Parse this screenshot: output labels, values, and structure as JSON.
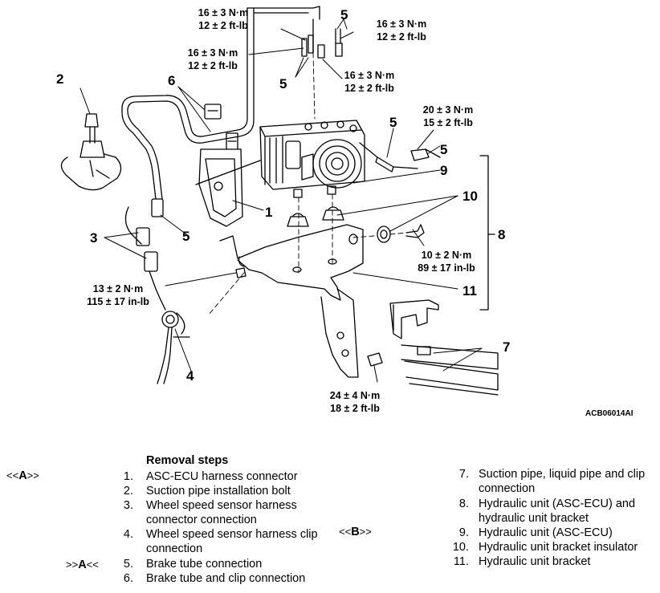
{
  "diagram": {
    "callouts": {
      "c1": "1",
      "c2": "2",
      "c3": "3",
      "c4": "4",
      "c5a": "5",
      "c5b": "5",
      "c5c": "5",
      "c5d": "5",
      "c5e": "5",
      "c6": "6",
      "c7": "7",
      "c8": "8",
      "c9": "9",
      "c10": "10",
      "c11": "11"
    },
    "torques": {
      "t1a": "16 ± 3 N·m",
      "t1b": "12 ± 2 ft-lb",
      "t2a": "16 ± 3 N·m",
      "t2b": "12 ± 2 ft-lb",
      "t3a": "16 ± 3 N·m",
      "t3b": "12 ± 2 ft-lb",
      "t4a": "16 ± 3 N·m",
      "t4b": "12 ± 2 ft-lb",
      "t5a": "20 ± 3 N·m",
      "t5b": "15 ± 2 ft-lb",
      "t6a": "10 ± 2 N·m",
      "t6b": "89 ± 17 in-lb",
      "t7a": "13 ± 2 N·m",
      "t7b": "115 ± 17 in-lb",
      "t8a": "24 ± 4 N·m",
      "t8b": "18 ± 2 ft-lb"
    },
    "figure_code": "ACB06014AI"
  },
  "removal": {
    "title": "Removal steps",
    "markers": {
      "m1_pre": "<<",
      "m1_letter": "A",
      "m1_post": ">>",
      "m2_pre": ">>",
      "m2_letter": "A",
      "m2_post": "<<",
      "m3_pre": "<<",
      "m3_letter": "B",
      "m3_post": ">>"
    },
    "steps": [
      {
        "num": "1.",
        "text": "ASC-ECU harness connector"
      },
      {
        "num": "2.",
        "text": "Suction pipe installation bolt"
      },
      {
        "num": "3.",
        "text": "Wheel speed sensor harness",
        "text2": "connector connection"
      },
      {
        "num": "4.",
        "text": "Wheel speed sensor harness clip",
        "text2": "connection"
      },
      {
        "num": "5.",
        "text": "Brake tube connection"
      },
      {
        "num": "6.",
        "text": "Brake tube and clip connection"
      },
      {
        "num": "7.",
        "text": "Suction pipe, liquid pipe and clip",
        "text2": "connection"
      },
      {
        "num": "8.",
        "text": "Hydraulic unit (ASC-ECU) and",
        "text2": "hydraulic unit bracket"
      },
      {
        "num": "9.",
        "text": "Hydraulic unit (ASC-ECU)"
      },
      {
        "num": "10.",
        "text": "Hydraulic unit bracket insulator"
      },
      {
        "num": "11.",
        "text": "Hydraulic unit bracket"
      }
    ]
  }
}
